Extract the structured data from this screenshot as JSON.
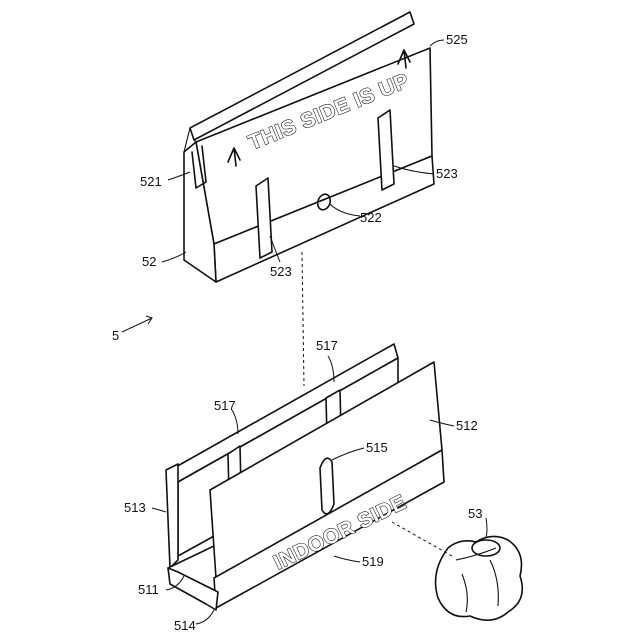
{
  "figure": {
    "assembly_label": "5",
    "upper_stamp": "THIS SIDE IS UP",
    "lower_stamp": "INDOOR SIDE",
    "labels": {
      "l525": "525",
      "l521": "521",
      "l523a": "523",
      "l522": "522",
      "l52": "52",
      "l523b": "523",
      "l517a": "517",
      "l517b": "517",
      "l512": "512",
      "l515": "515",
      "l513": "513",
      "l53": "53",
      "l519": "519",
      "l511": "511",
      "l514": "514"
    }
  }
}
